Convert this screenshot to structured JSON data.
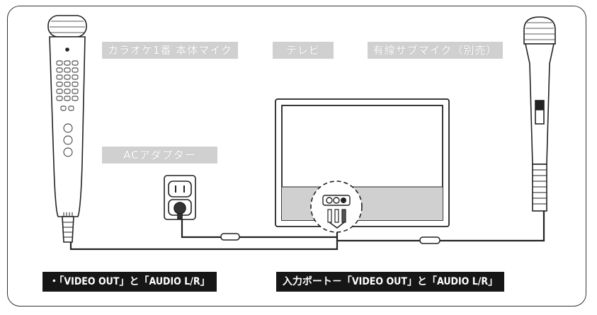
{
  "labels": {
    "main_mic": "カラオケ1番 本体マイク",
    "tv": "テレビ",
    "wired_mic": "有線サブマイク（別売）",
    "ac_adapter": "ACアダプター"
  },
  "captions": {
    "left": "・「VIDEO OUT」と「AUDIO L/R」",
    "right": "入力ポート－「VIDEO OUT」と「AUDIO L/R」"
  },
  "icons": [
    "karaoke-main-microphone",
    "wired-sub-microphone",
    "wall-outlet",
    "television",
    "av-input-ports"
  ]
}
